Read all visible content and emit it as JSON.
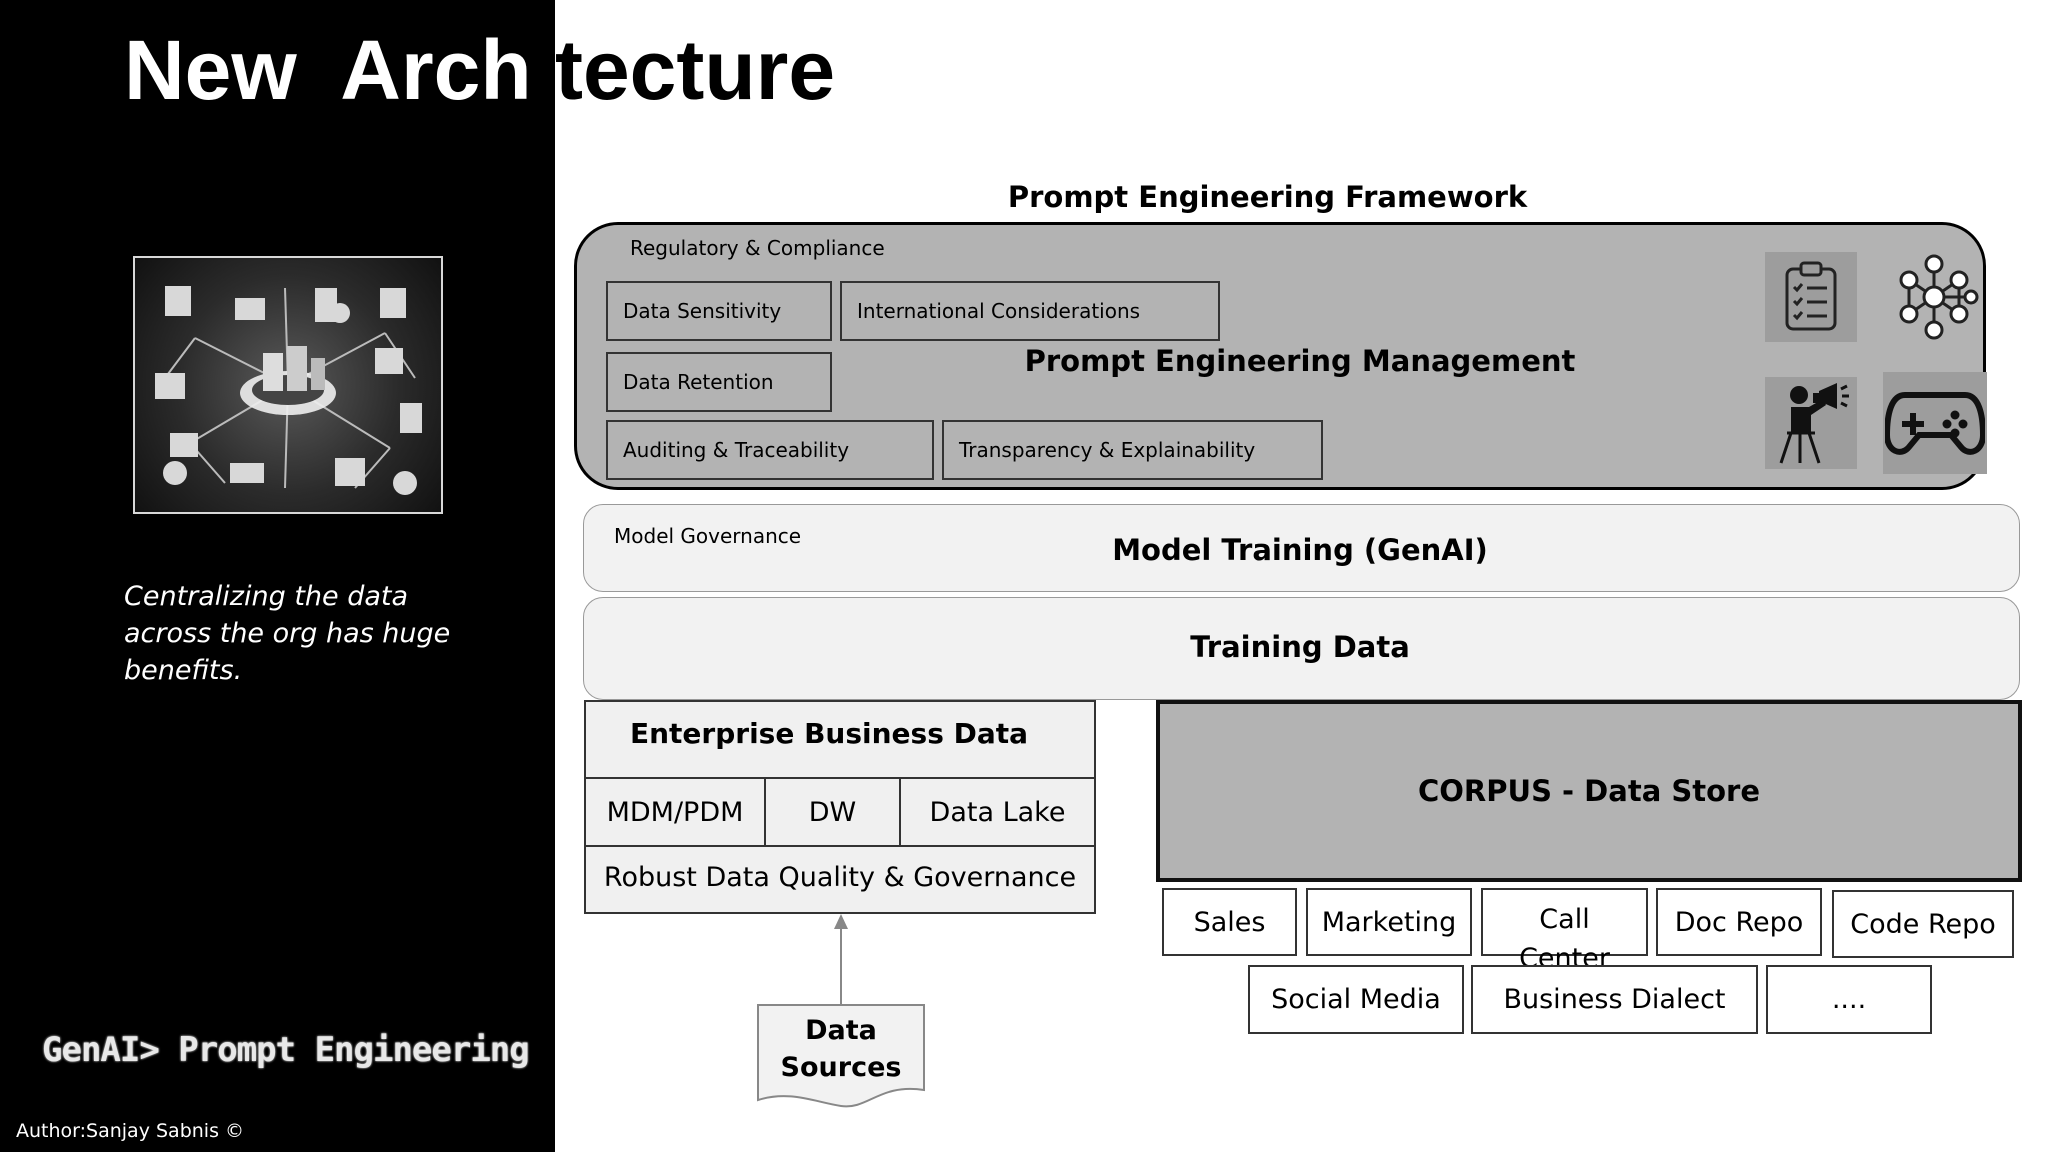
{
  "slide": {
    "title_part1": "New  Arch",
    "title_part2": "itecture",
    "caption": "Centralizing the data across the org has huge benefits.",
    "brand": "GenAI> Prompt Engineering",
    "author": "Author:Sanjay Sabnis ©"
  },
  "framework": {
    "title": "Prompt Engineering Framework",
    "regulatory_label": "Regulatory & Compliance",
    "management_label": "Prompt Engineering Management",
    "items": [
      "Data Sensitivity",
      "International Considerations",
      "Data Retention",
      "Auditing & Traceability",
      "Transparency & Explainability"
    ],
    "icons": [
      "clipboard-checklist-icon",
      "people-network-icon",
      "presenter-megaphone-icon",
      "gamepad-icon"
    ]
  },
  "model": {
    "governance_label": "Model Governance",
    "training_label": "Model Training (GenAI)"
  },
  "training_data": {
    "label": "Training Data"
  },
  "enterprise": {
    "title": "Enterprise Business Data",
    "cells": [
      "MDM/PDM",
      "DW",
      "Data Lake"
    ],
    "quality": "Robust Data Quality & Governance"
  },
  "data_sources": {
    "line1": "Data",
    "line2": "Sources"
  },
  "corpus": {
    "title": "CORPUS - Data Store",
    "row1": [
      "Sales",
      "Marketing",
      "Call",
      "Center",
      "Doc Repo",
      "Code Repo"
    ],
    "row2": [
      "Social Media",
      "Business Dialect",
      "...."
    ]
  },
  "colors": {
    "panel": "#000000",
    "framework_fill": "#b3b3b3",
    "corpus_fill": "#b3b3b3",
    "light_fill": "#f0f0f0"
  }
}
